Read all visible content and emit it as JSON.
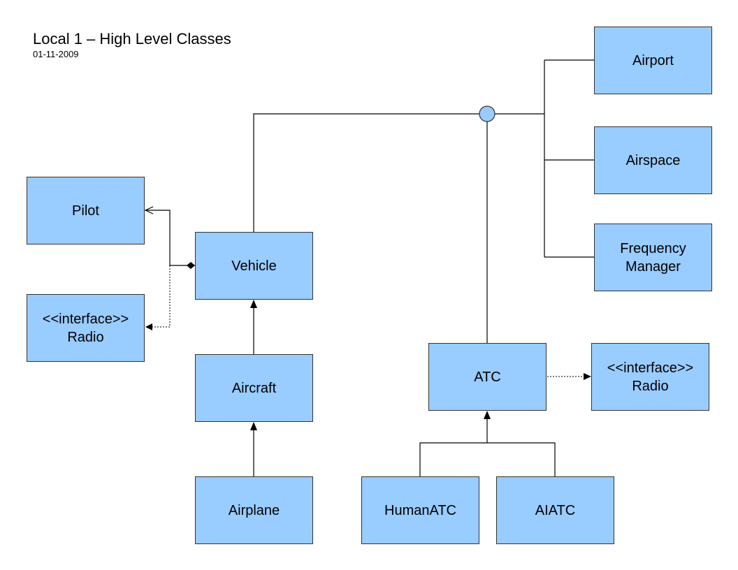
{
  "title": "Local 1 – High Level Classes",
  "date": "01-11-2009",
  "colors": {
    "box_fill": "#99ccff",
    "box_border": "#333333",
    "line": "#000000"
  },
  "classes": {
    "airport": "Airport",
    "airspace": "Airspace",
    "frequency_manager": "Frequency\nManager",
    "pilot": "Pilot",
    "vehicle": "Vehicle",
    "radio_left": "<<interface>>\nRadio",
    "aircraft": "Aircraft",
    "airplane": "Airplane",
    "atc": "ATC",
    "radio_right": "<<interface>>\nRadio",
    "human_atc": "HumanATC",
    "ai_atc": "AIATC"
  }
}
